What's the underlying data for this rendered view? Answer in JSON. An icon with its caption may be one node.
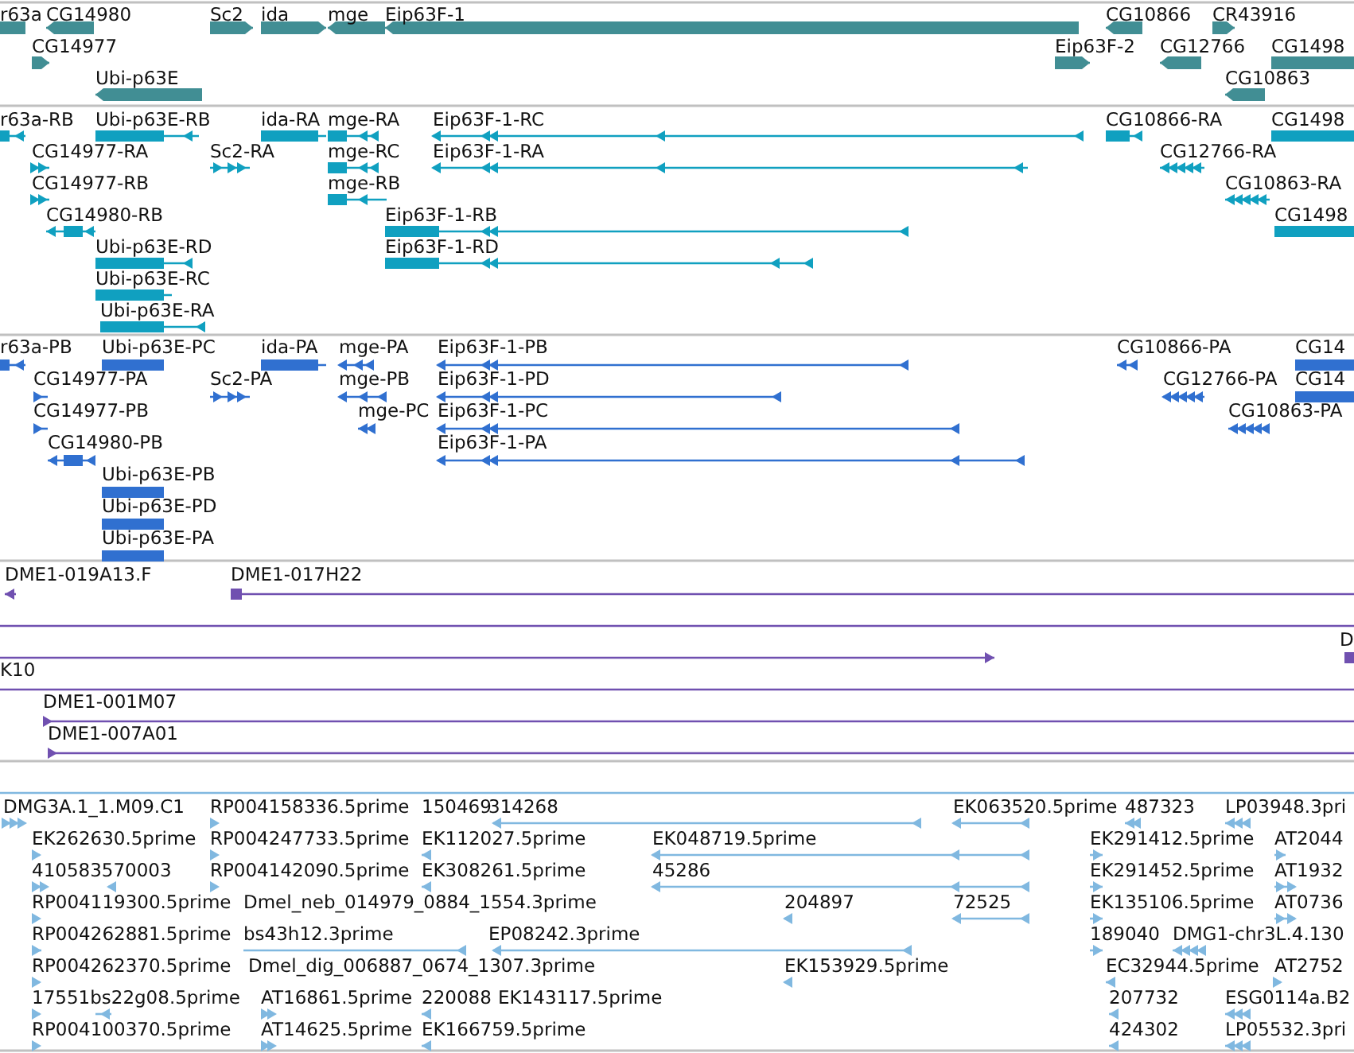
{
  "diagram": {
    "labels": [
      "r63a",
      "CG14980",
      "Sc2",
      "ida",
      "mge",
      "Eip63F-1",
      "CG10866",
      "CR43916",
      "CG14977",
      "Eip63F-2",
      "CG12766",
      "CG1498",
      "Ubi-p63E",
      "CG10863",
      "r63a-RB",
      "Ubi-p63E-RB",
      "ida-RA",
      "mge-RA",
      "Eip63F-1-RC",
      "CG10866-RA",
      "CG1498",
      "CG14977-RA",
      "Sc2-RA",
      "mge-RC",
      "Eip63F-1-RA",
      "CG12766-RA",
      "CG14977-RB",
      "mge-RB",
      "CG10863-RA",
      "CG14980-RB",
      "Eip63F-1-RB",
      "CG1498",
      "Ubi-p63E-RD",
      "Eip63F-1-RD",
      "Ubi-p63E-RC",
      "Ubi-p63E-RA",
      "r63a-PB",
      "Ubi-p63E-PC",
      "ida-PA",
      "mge-PA",
      "Eip63F-1-PB",
      "CG10866-PA",
      "CG14",
      "CG14977-PA",
      "Sc2-PA",
      "mge-PB",
      "Eip63F-1-PD",
      "CG12766-PA",
      "CG14",
      "CG14977-PB",
      "mge-PC",
      "Eip63F-1-PC",
      "CG10863-PA",
      "CG14980-PB",
      "Eip63F-1-PA",
      "Ubi-p63E-PB",
      "Ubi-p63E-PD",
      "Ubi-p63E-PA",
      "DME1-019A13.F",
      "DME1-017H22",
      "D",
      "K10",
      "DME1-001M07",
      "DME1-007A01",
      "DMG3A.1_1.M09.C1",
      "RP004158336.5prime",
      "150469",
      "314268",
      "EK063520.5prime",
      "487323",
      "LP03948.3pri",
      "EK262630.5prime",
      "RP004247733.5prime",
      "EK112027.5prime",
      "EK048719.5prime",
      "EK291412.5prime",
      "AT2044",
      "410583570003",
      "RP004142090.5prime",
      "EK308261.5prime",
      "45286",
      "EK291452.5prime",
      "AT1932",
      "RP004119300.5prime",
      "Dmel_neb_014979_0884_1554.3prime",
      "204897",
      "72525",
      "EK135106.5prime",
      "AT0736",
      "RP004262881.5prime",
      "bs43h12.3prime",
      "EP08242.3prime",
      "189040",
      "DMG1-chr3L.4.130",
      "RP004262370.5prime",
      "Dmel_dig_006887_0674_1307.3prime",
      "EK153929.5prime",
      "EC32944.5prime",
      "AT2752",
      "17551bs22g08.5prime",
      "AT16861.5prime",
      "220088",
      "EK143117.5prime",
      "207732",
      "ESG0114a.B2",
      "RP004100370.5prime",
      "AT14625.5prime",
      "EK166759.5prime",
      "424302",
      "LP05532.3pri"
    ]
  }
}
